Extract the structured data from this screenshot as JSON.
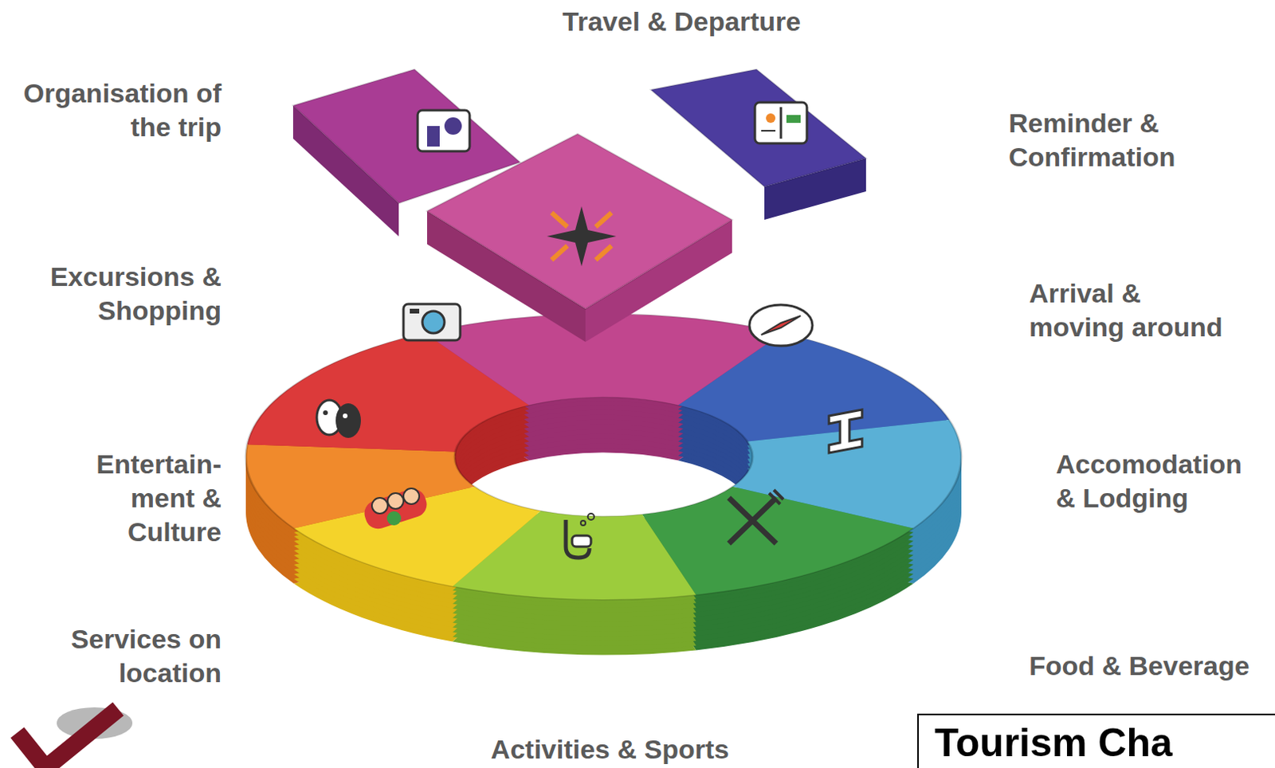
{
  "diagram": {
    "title": "Tourism Cha",
    "labels": [
      "Travel & Departure",
      "Organisation of the trip",
      "Reminder & Confirmation",
      "Excursions & Shopping",
      "Arrival & moving around",
      "Entertain- ment & Culture",
      "Accomodation & Lodging",
      "Services on location",
      "Food & Beverage",
      "Activities & Sports"
    ]
  }
}
